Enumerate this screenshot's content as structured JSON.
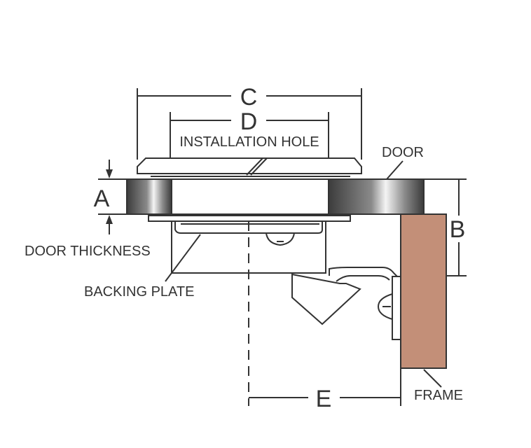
{
  "diagram": {
    "dimensions": {
      "a": "A",
      "b": "B",
      "c": "C",
      "d": "D",
      "e": "E"
    },
    "labels": {
      "installation_hole": "INSTALLATION HOLE",
      "door": "DOOR",
      "door_thickness": "DOOR THICKNESS",
      "backing_plate": "BACKING PLATE",
      "frame": "FRAME"
    },
    "colors": {
      "line": "#333333",
      "frame_fill": "#c38f78",
      "metal_dark": "#4a4a4a",
      "metal_light": "#f2f2f2"
    }
  }
}
